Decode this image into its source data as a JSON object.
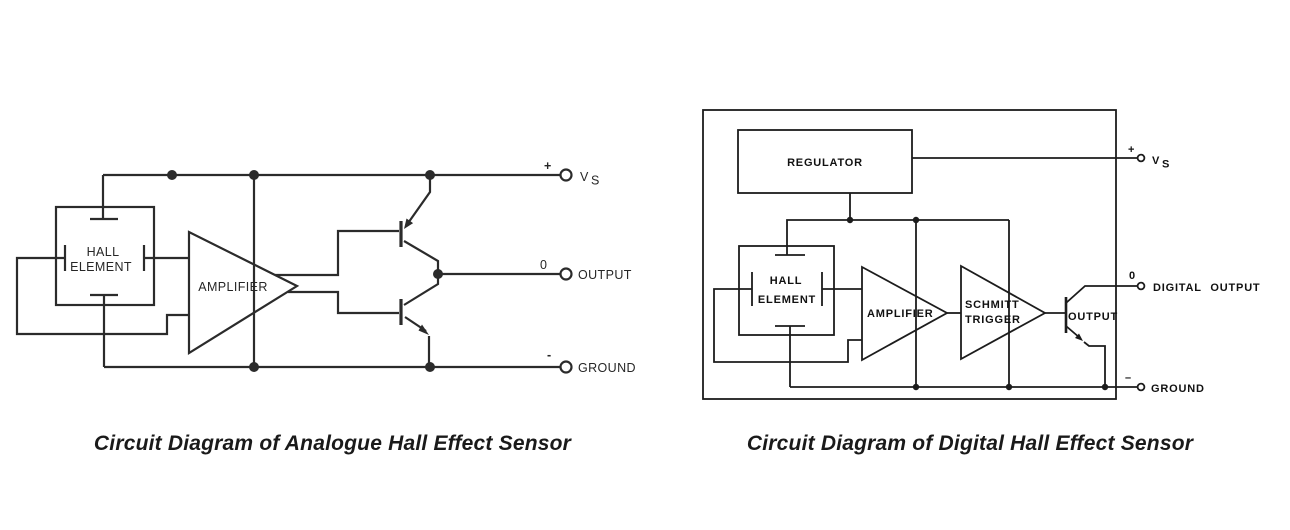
{
  "left": {
    "caption": "Circuit Diagram of Analogue Hall Effect Sensor",
    "hall": {
      "line1": "HALL",
      "line2": "ELEMENT"
    },
    "amplifier_label": "AMPLIFIER",
    "vs": {
      "sign": "+",
      "symbol": "V",
      "subscript": "S"
    },
    "output": {
      "sign": "0",
      "label": "OUTPUT"
    },
    "ground": {
      "sign": "-",
      "label": "GROUND"
    }
  },
  "right": {
    "caption": "Circuit Diagram of Digital Hall Effect Sensor",
    "regulator_label": "REGULATOR",
    "hall": {
      "line1": "HALL",
      "line2": "ELEMENT"
    },
    "amplifier_label": "AMPLIFIER",
    "schmitt": {
      "line1": "SCHMITT",
      "line2": "TRIGGER"
    },
    "output_transistor_label": "OUTPUT",
    "vs": {
      "sign": "+",
      "symbol": "V",
      "subscript": "S"
    },
    "digital_output": {
      "sign": "0",
      "label": "DIGITAL OUTPUT"
    },
    "ground": {
      "sign": "–",
      "label": "GROUND"
    }
  },
  "colors": {
    "background": "#ffffff",
    "left_line": "#2b2b2b",
    "right_line": "#1c1c1c"
  }
}
